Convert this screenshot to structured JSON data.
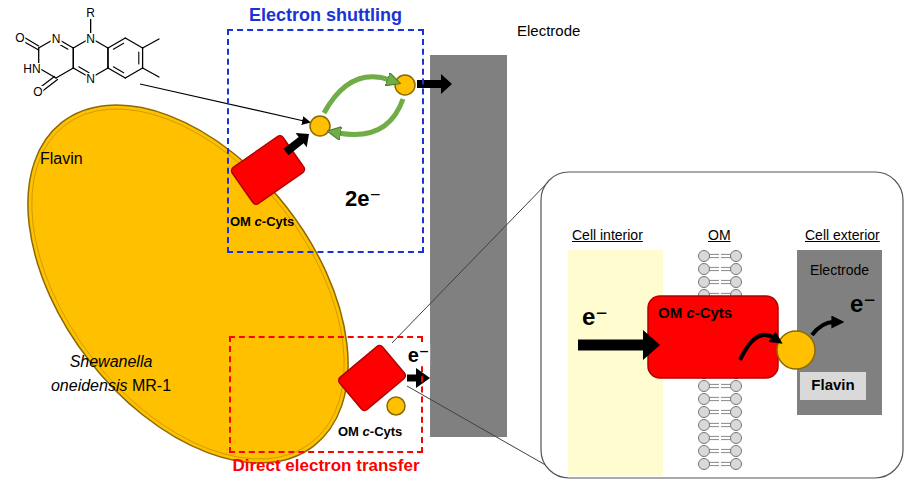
{
  "diagram": {
    "nodes": [
      {
        "text": [
          "Shewanella oneidensis MR-1"
        ]
      },
      {
        "text": [
          "Electron shuttling"
        ]
      },
      {
        "text": [
          "OM c-Cyts"
        ],
        "in": 1
      },
      {
        "text": [
          "Electrode"
        ]
      },
      {
        "text": [
          "Direct electron transfer"
        ]
      },
      {
        "text": [
          "OM c-Cyts"
        ],
        "in": 4
      },
      {
        "text": [
          "OM c-Cyts"
        ]
      },
      {
        "text": [
          "Electrode"
        ]
      },
      {
        "text": [
          "Flavin"
        ],
        "in": 7
      }
    ],
    "edges": [
      {
        "from": 5,
        "to": 3,
        "arrow": "to",
        "label": "e⁻"
      }
    ],
    "labels": [
      "R",
      "O",
      "N",
      "N",
      "HN",
      "O",
      "N",
      "Flavin",
      "2e⁻",
      "Cell interior",
      "OM",
      "Cell exterior",
      "e⁻",
      "e⁻"
    ]
  }
}
